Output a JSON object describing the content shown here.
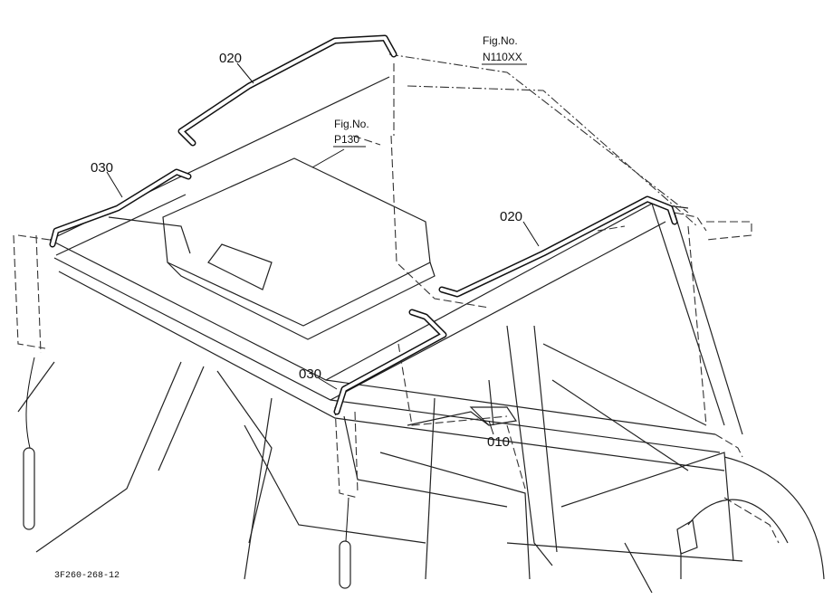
{
  "diagram": {
    "callouts": {
      "upper_left_020": "020",
      "right_020": "020",
      "left_030": "030",
      "center_030": "030",
      "part_010": "010"
    },
    "fig_refs": {
      "top_right": {
        "label": "Fig.No.",
        "number": "N110XX"
      },
      "center": {
        "label": "Fig.No.",
        "number": "P130"
      }
    },
    "drawing_code": "3F260-268-12"
  }
}
